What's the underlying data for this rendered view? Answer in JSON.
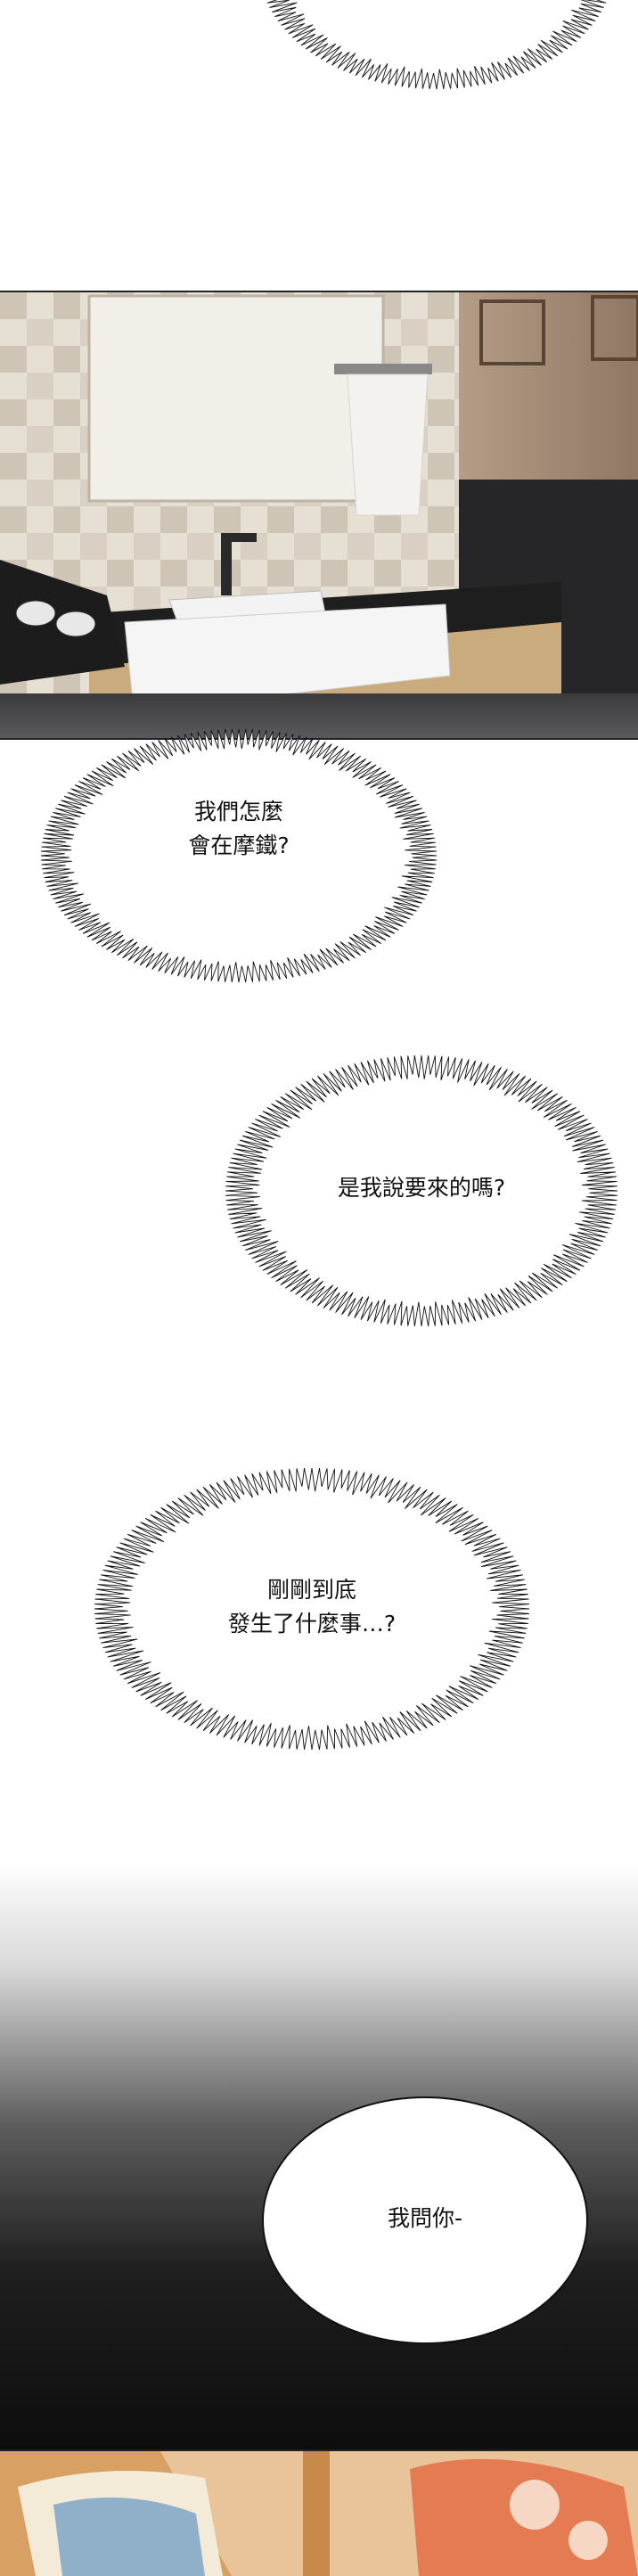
{
  "panels": {
    "bathroom": {
      "label": ""
    },
    "closing_strip": {
      "label": ""
    }
  },
  "bubbles": [
    {
      "id": "b1",
      "lines": [
        "我們怎麼",
        "會在摩鐵?"
      ]
    },
    {
      "id": "b2",
      "lines": [
        "是我說要來的嗎?"
      ]
    },
    {
      "id": "b3",
      "lines": [
        "剛剛到底",
        "發生了什麼事…?"
      ]
    },
    {
      "id": "b4",
      "lines": [
        "我問你-"
      ]
    }
  ]
}
